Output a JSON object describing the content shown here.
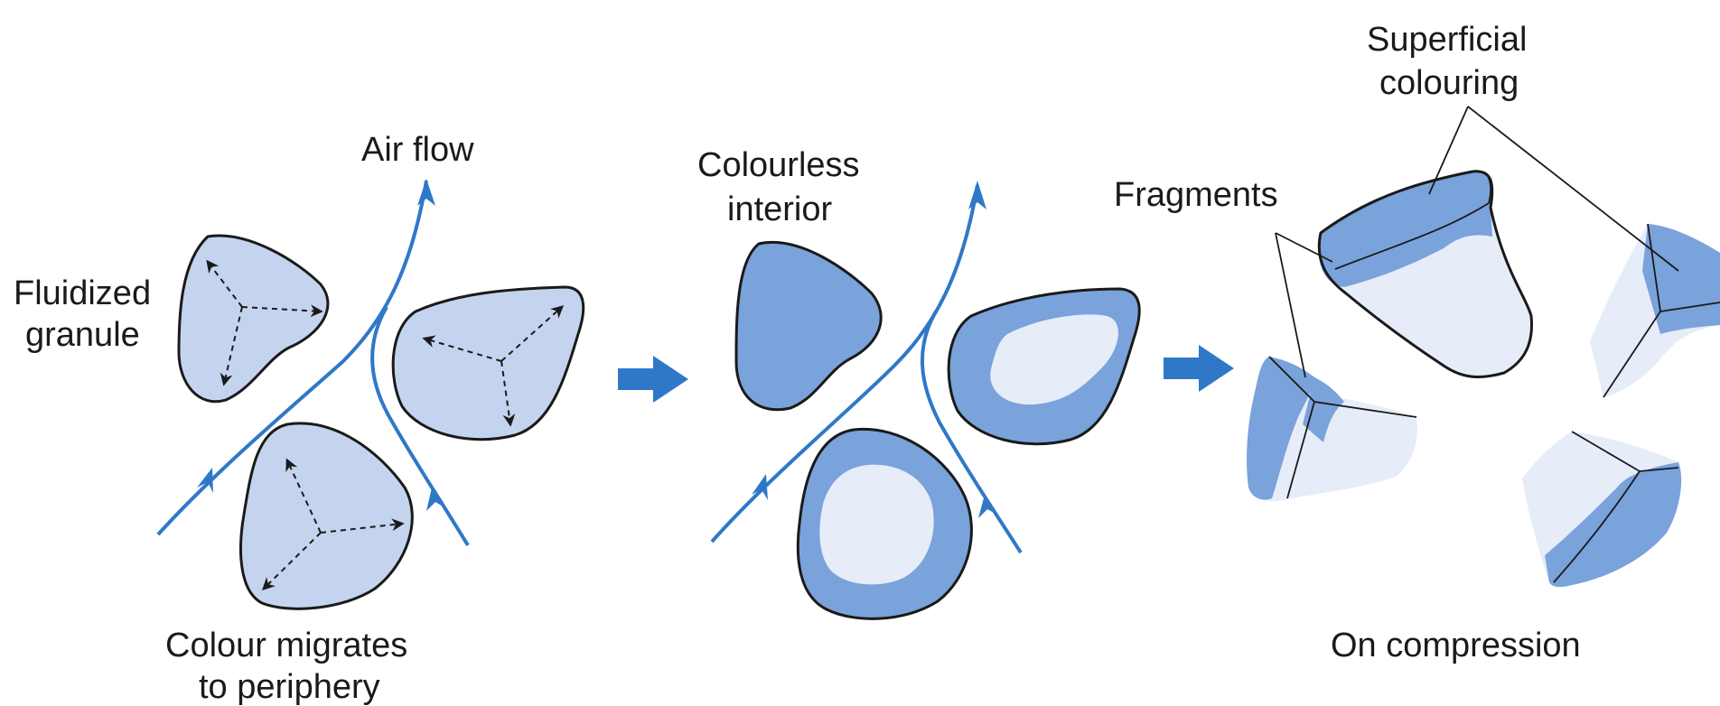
{
  "labels": {
    "air_flow": "Air flow",
    "fluidized_line1": "Fluidized",
    "fluidized_line2": "granule",
    "colour_migrates_line1": "Colour migrates",
    "colour_migrates_line2": "to periphery",
    "colourless_line1": "Colourless",
    "colourless_line2": "interior",
    "fragments": "Fragments",
    "superficial_line1": "Superficial",
    "superficial_line2": "colouring",
    "on_compression": "On compression"
  },
  "colors": {
    "granule_pale": "#c5d4ee",
    "granule_coloured": "#7aa2db",
    "granule_interior": "#e6ecf8",
    "air_flow_line": "#2f78c8",
    "arrow": "#2f78c8",
    "outline": "#1a1a1a"
  }
}
